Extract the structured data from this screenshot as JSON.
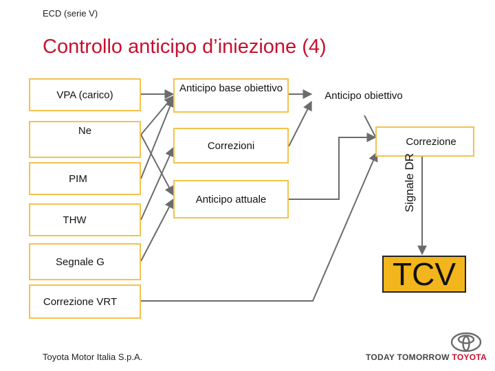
{
  "header": {
    "series_label": "ECD (serie V)",
    "title": "Controllo anticipo d’iniezione (4)"
  },
  "inputs": [
    "VPA (carico)",
    "Ne",
    "PIM",
    "THW",
    "Segnale G",
    "Correzione VRT"
  ],
  "middle": {
    "base_target": "Anticipo base obiettivo",
    "corrections": "Correzioni",
    "actual": "Anticipo attuale"
  },
  "right": {
    "target": "Anticipo obiettivo",
    "correction": "Correzione",
    "signal": "Signale DR",
    "actuator": "TCV"
  },
  "footer": {
    "company": "Toyota Motor Italia S.p.A.",
    "slogan_a": "TODAY TOMORROW",
    "slogan_b": "TOYOTA"
  },
  "colors": {
    "title": "#c8102e",
    "box_border": "#f5c24a",
    "tcv_fill": "#f2b51b",
    "line": "#6b6b6b"
  }
}
